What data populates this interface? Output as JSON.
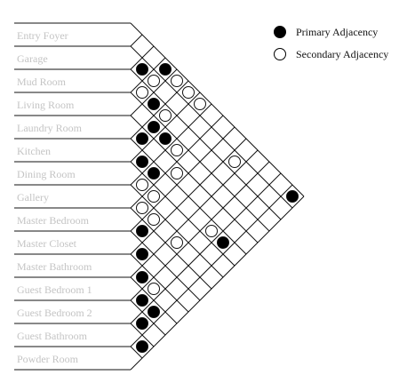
{
  "rooms": [
    "Entry Foyer",
    "Garage",
    "Mud Room",
    "Living Room",
    "Laundry Room",
    "Kitchen",
    "Dining Room",
    "Gallery",
    "Master Bedroom",
    "Master Closet",
    "Master Bathroom",
    "Guest Bedroom 1",
    "Guest Bedroom 2",
    "Guest Bathroom",
    "Powder Room"
  ],
  "legend": {
    "primary_label": "Primary Adjacency",
    "secondary_label": "Secondary Adjacency"
  },
  "colors": {
    "line": "#111111",
    "label": "#c4c4c4",
    "primary": "#000000",
    "secondary": "#ffffff"
  },
  "adjacencies": [
    {
      "pair": [
        "Garage",
        "Mud Room"
      ],
      "type": "primary"
    },
    {
      "pair": [
        "Garage",
        "Living Room"
      ],
      "type": "secondary"
    },
    {
      "pair": [
        "Entry Foyer",
        "Living Room"
      ],
      "type": "primary"
    },
    {
      "pair": [
        "Mud Room",
        "Living Room"
      ],
      "type": "secondary"
    },
    {
      "pair": [
        "Entry Foyer",
        "Laundry Room"
      ],
      "type": "secondary"
    },
    {
      "pair": [
        "Mud Room",
        "Laundry Room"
      ],
      "type": "primary"
    },
    {
      "pair": [
        "Entry Foyer",
        "Kitchen"
      ],
      "type": "secondary"
    },
    {
      "pair": [
        "Mud Room",
        "Kitchen"
      ],
      "type": "secondary"
    },
    {
      "pair": [
        "Entry Foyer",
        "Dining Room"
      ],
      "type": "secondary"
    },
    {
      "pair": [
        "Living Room",
        "Kitchen"
      ],
      "type": "primary"
    },
    {
      "pair": [
        "Laundry Room",
        "Kitchen"
      ],
      "type": "primary"
    },
    {
      "pair": [
        "Living Room",
        "Dining Room"
      ],
      "type": "primary"
    },
    {
      "pair": [
        "Kitchen",
        "Dining Room"
      ],
      "type": "primary"
    },
    {
      "pair": [
        "Living Room",
        "Gallery"
      ],
      "type": "secondary"
    },
    {
      "pair": [
        "Kitchen",
        "Gallery"
      ],
      "type": "primary"
    },
    {
      "pair": [
        "Dining Room",
        "Gallery"
      ],
      "type": "secondary"
    },
    {
      "pair": [
        "Laundry Room",
        "Master Bedroom"
      ],
      "type": "secondary"
    },
    {
      "pair": [
        "Dining Room",
        "Master Bedroom"
      ],
      "type": "secondary"
    },
    {
      "pair": [
        "Gallery",
        "Master Bedroom"
      ],
      "type": "secondary"
    },
    {
      "pair": [
        "Gallery",
        "Master Closet"
      ],
      "type": "secondary"
    },
    {
      "pair": [
        "Master Bedroom",
        "Master Closet"
      ],
      "type": "primary"
    },
    {
      "pair": [
        "Garage",
        "Master Bathroom"
      ],
      "type": "secondary"
    },
    {
      "pair": [
        "Gallery",
        "Guest Bedroom 1"
      ],
      "type": "secondary"
    },
    {
      "pair": [
        "Master Closet",
        "Master Bathroom"
      ],
      "type": "primary"
    },
    {
      "pair": [
        "Entry Foyer",
        "Powder Room"
      ],
      "type": "primary"
    },
    {
      "pair": [
        "Kitchen",
        "Guest Bedroom 2"
      ],
      "type": "secondary"
    },
    {
      "pair": [
        "Master Bathroom",
        "Guest Bedroom 1"
      ],
      "type": "primary"
    },
    {
      "pair": [
        "Kitchen",
        "Guest Bathroom"
      ],
      "type": "primary"
    },
    {
      "pair": [
        "Master Bathroom",
        "Guest Bedroom 2"
      ],
      "type": "secondary"
    },
    {
      "pair": [
        "Guest Bedroom 1",
        "Guest Bedroom 2"
      ],
      "type": "primary"
    },
    {
      "pair": [
        "Guest Bedroom 1",
        "Guest Bathroom"
      ],
      "type": "primary"
    },
    {
      "pair": [
        "Guest Bedroom 2",
        "Guest Bathroom"
      ],
      "type": "primary"
    },
    {
      "pair": [
        "Guest Bathroom",
        "Powder Room"
      ],
      "type": "primary"
    }
  ]
}
